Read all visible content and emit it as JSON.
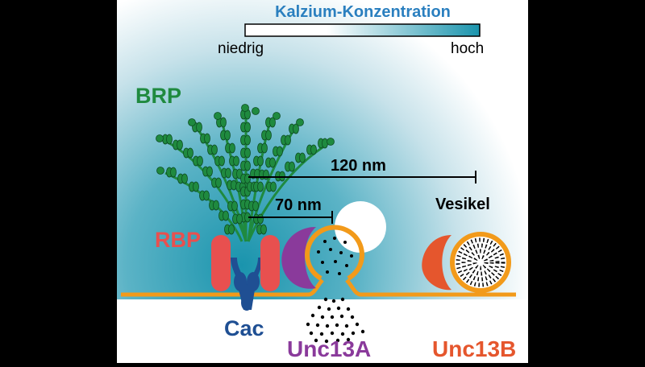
{
  "legend": {
    "title": "Kalzium-Konzentration",
    "low_label": "niedrig",
    "high_label": "hoch",
    "gradient_colors": [
      "#ffffff",
      "#1a94ad"
    ]
  },
  "labels": {
    "brp": "BRP",
    "rbp": "RBP",
    "distance_far": "120 nm",
    "distance_near": "70 nm",
    "vesicle": "Vesikel",
    "cac": "Cac",
    "unc13a": "Unc13A",
    "unc13b": "Unc13B"
  },
  "colors": {
    "brp": "#1f8a3f",
    "rbp": "#e8504f",
    "cac": "#1f4f93",
    "unc13a": "#8a3a9b",
    "unc13b": "#e5562d",
    "membrane": "#f29a1a",
    "calcium": "#1a94ad",
    "legend_title": "#2a7fbf"
  }
}
